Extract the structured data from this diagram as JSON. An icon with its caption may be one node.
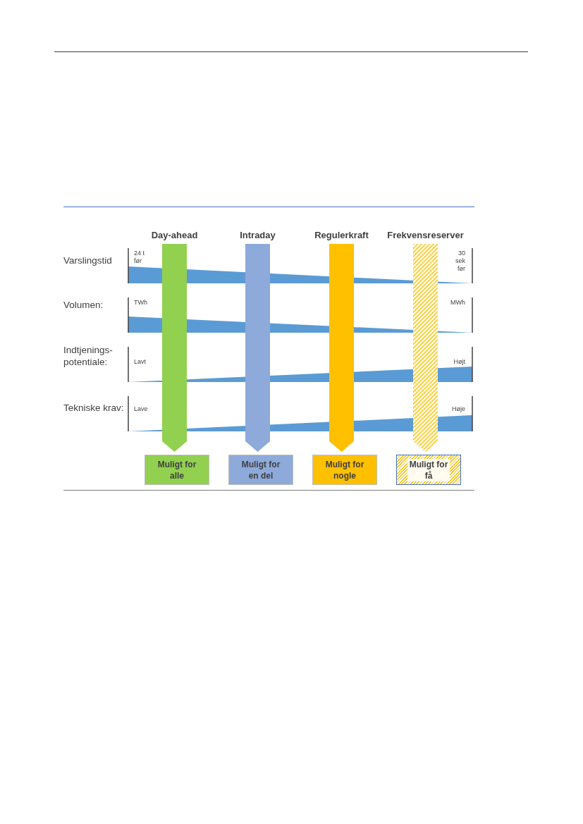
{
  "diagram": {
    "nodes": [
      {
        "text": [
          "Day-ahead"
        ]
      },
      {
        "text": [
          "Intraday"
        ]
      },
      {
        "text": [
          "Regulerkraft"
        ]
      },
      {
        "text": [
          "Frekvensreserver"
        ]
      },
      {
        "text": [
          "Muligt for alle"
        ]
      },
      {
        "text": [
          "Muligt for en del"
        ]
      },
      {
        "text": [
          "Muligt for nogle"
        ]
      },
      {
        "text": [
          "Muligt for få"
        ]
      }
    ],
    "labels": [
      "Varslingstid",
      "24 t før",
      "30 sek før",
      "Volumen:",
      "TWh",
      "MWh",
      "Indtjenings-potentiale:",
      "Lavt",
      "Højt",
      "Tekniske krav:",
      "Lave",
      "Høje"
    ]
  }
}
